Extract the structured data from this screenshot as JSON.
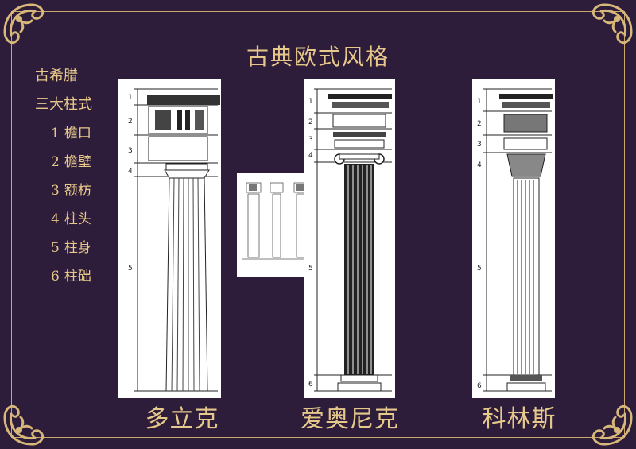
{
  "title": "古典欧式风格",
  "sidebar": {
    "line1": "古希腊",
    "line2": "三大柱式",
    "parts": [
      {
        "num": "1",
        "label": "檐口"
      },
      {
        "num": "2",
        "label": "檐壁"
      },
      {
        "num": "3",
        "label": "额枋"
      },
      {
        "num": "4",
        "label": "柱头"
      },
      {
        "num": "5",
        "label": "柱身"
      },
      {
        "num": "6",
        "label": "柱础"
      }
    ]
  },
  "orders": [
    {
      "name": "多立克"
    },
    {
      "name": "爱奥尼克"
    },
    {
      "name": "科林斯"
    }
  ],
  "colors": {
    "background": "#2d1c3a",
    "accent": "#e7c88b"
  }
}
